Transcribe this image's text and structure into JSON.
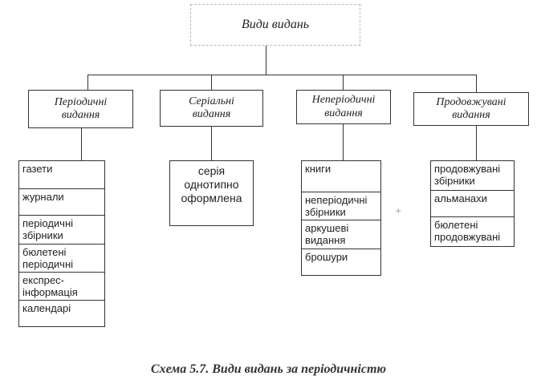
{
  "diagram": {
    "root": "Види видань",
    "categories": [
      {
        "line1": "Періодичні",
        "line2": "видання"
      },
      {
        "line1": "Серіальні",
        "line2": "видання"
      },
      {
        "line1": "Неперіодичні",
        "line2": "видання"
      },
      {
        "line1": "Продовжувані",
        "line2": "видання"
      }
    ],
    "lists": [
      {
        "items": [
          {
            "line1": "газети",
            "line2": ""
          },
          {
            "line1": "журнали",
            "line2": ""
          },
          {
            "line1": "періодичні",
            "line2": "збірники"
          },
          {
            "line1": "бюлетені",
            "line2": "періодичні"
          },
          {
            "line1": "експрес-",
            "line2": "інформація"
          },
          {
            "line1": "календарі",
            "line2": ""
          }
        ]
      },
      {
        "items": [
          {
            "line1": "серія",
            "line2": "однотипно",
            "line3": "оформлена"
          }
        ]
      },
      {
        "items": [
          {
            "line1": "книги",
            "line2": ""
          },
          {
            "line1": "неперіодичні",
            "line2": "збірники"
          },
          {
            "line1": "аркушеві",
            "line2": "видання"
          },
          {
            "line1": "брошури",
            "line2": ""
          }
        ]
      },
      {
        "items": [
          {
            "line1": "продовжувані",
            "line2": "збірники"
          },
          {
            "line1": "альманахи",
            "line2": ""
          },
          {
            "line1": "бюлетені",
            "line2": "продовжувані"
          }
        ]
      }
    ]
  },
  "caption": "Схема 5.7. Види видань за періодичністю",
  "mark": "+"
}
